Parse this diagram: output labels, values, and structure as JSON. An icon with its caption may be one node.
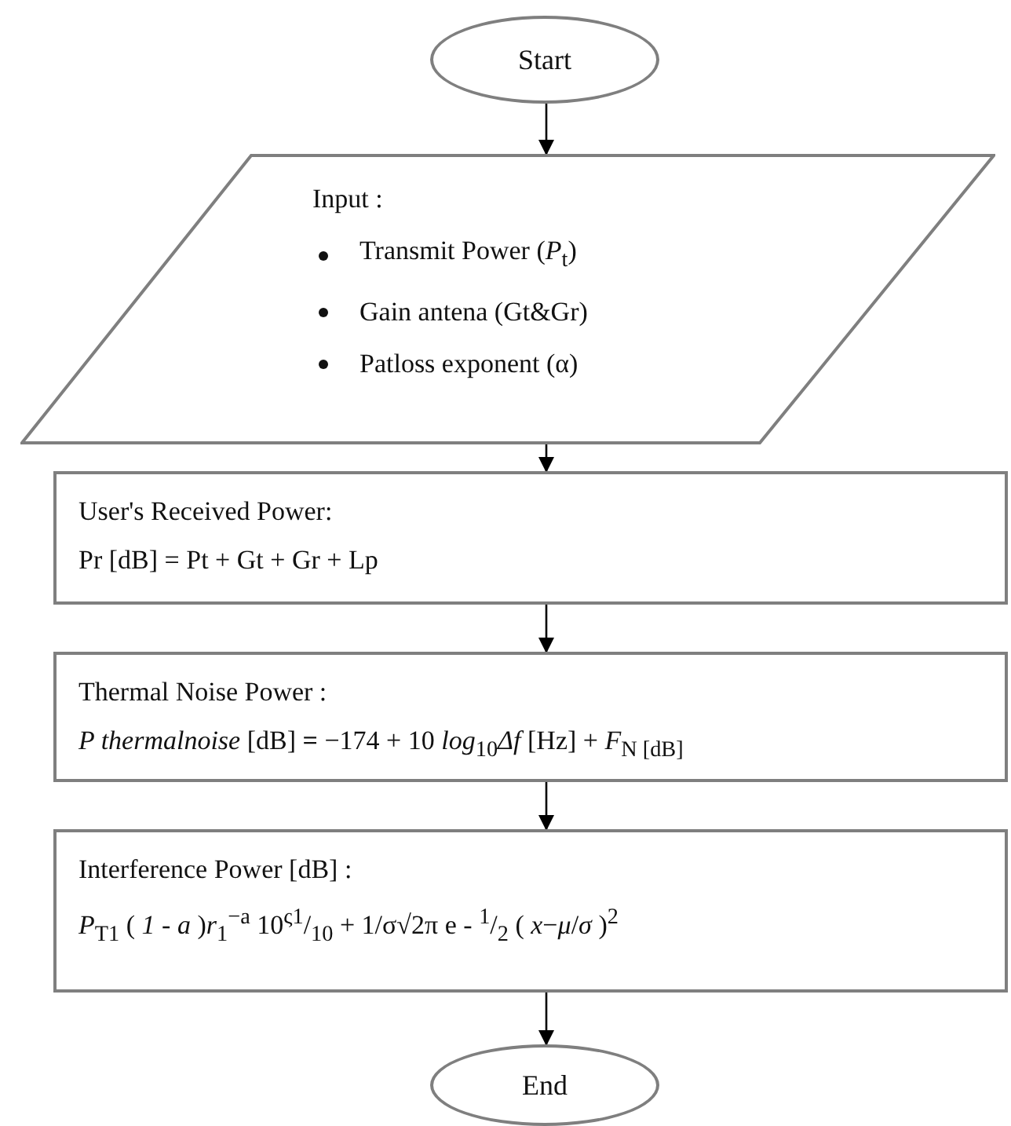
{
  "diagram": {
    "nodes": [
      {
        "text": [
          "Start"
        ]
      },
      {
        "text": [
          "Input :",
          "Transmit Power (*P*$_{t}$)",
          "Gain antena (Gt&Gr)",
          "Patloss exponent (α)"
        ]
      },
      {
        "text": [
          "User's Received Power:",
          "Pr [dB] = Pt + Gt + Gr + Lp"
        ]
      },
      {
        "text": [
          "Thermal Noise Power :",
          "*P thermalnoise* [dB] **=** −174 + 10 *log*$_{10}$*Δf* [Hz] + *F*$_{N [dB]}$"
        ]
      },
      {
        "text": [
          "Interference Power [dB]  :",
          "*P*$_{T1}$ ( *1* - *a* )*r*$_{1}$$^{−a}$ 10$^{ς1}$/$_{10}$ + 1/σ√2π e - $^{1}$/$_{2}$ ( *x*−*μ*/*σ* )$^{2}$"
        ]
      },
      {
        "text": [
          "End"
        ]
      }
    ],
    "edges": [
      {
        "from": 0,
        "to": 1,
        "arrow": "to"
      },
      {
        "from": 1,
        "to": 2,
        "arrow": "to"
      },
      {
        "from": 2,
        "to": 3,
        "arrow": "to"
      },
      {
        "from": 3,
        "to": 4,
        "arrow": "to"
      },
      {
        "from": 4,
        "to": 5,
        "arrow": "to"
      }
    ]
  }
}
